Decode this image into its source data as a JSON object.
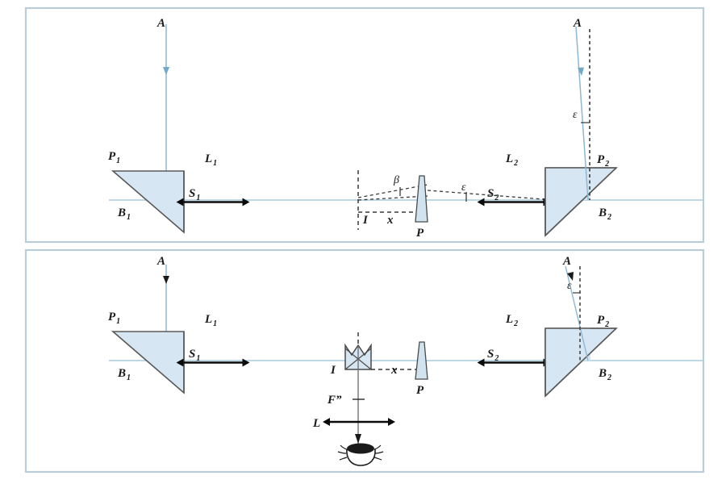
{
  "figure": {
    "title": "Two-panel optical interferometer ray diagram",
    "background": "#ffffff",
    "panel_border_color": "#b9cdd8",
    "prism_fill": "#d6e6f2",
    "prism_stroke": "#5a5a5a",
    "ray_color": "#8cb8d4",
    "axis_color": "#a8cbdd",
    "dashed_color": "#4a4a4a",
    "arrow_color": "#111111"
  },
  "panels": [
    {
      "id": "top-panel",
      "name": "panel-top",
      "elements": {
        "incoming_ray_label": "A",
        "left_prism_top_label": "P",
        "left_prism_top_sub": "1",
        "left_prism_bottom_label": "B",
        "left_prism_bottom_sub": "1",
        "left_lens_label": "L",
        "left_lens_sub": "1",
        "left_slit_label": "S",
        "left_slit_sub": "1",
        "beta_label": "β",
        "epsilon_label": "ε",
        "image_point_label": "I",
        "distance_label": "x",
        "wedge_label": "P",
        "right_lens_label": "L",
        "right_lens_sub": "2",
        "right_slit_label": "S",
        "right_slit_sub": "2",
        "right_prism_top_label": "P",
        "right_prism_top_sub": "2",
        "right_prism_bottom_label": "B",
        "right_prism_bottom_sub": "2",
        "right_ray_label": "A",
        "right_epsilon_label": "ε"
      }
    },
    {
      "id": "bottom-panel",
      "name": "panel-bottom",
      "elements": {
        "incoming_ray_label": "A",
        "left_prism_top_label": "P",
        "left_prism_top_sub": "1",
        "left_prism_bottom_label": "B",
        "left_prism_bottom_sub": "1",
        "left_lens_label": "L",
        "left_lens_sub": "1",
        "left_slit_label": "S",
        "left_slit_sub": "1",
        "beamsplitter_label": "I",
        "distance_label": "x",
        "wedge_label": "P",
        "focus_label": "F”",
        "eyepiece_label": "L",
        "right_lens_label": "L",
        "right_lens_sub": "2",
        "right_slit_label": "S",
        "right_slit_sub": "2",
        "right_prism_top_label": "P",
        "right_prism_top_sub": "2",
        "right_prism_bottom_label": "B",
        "right_prism_bottom_sub": "2",
        "right_ray_label": "A",
        "right_epsilon_label": "ε",
        "eye_icon": "eye-icon"
      }
    }
  ]
}
